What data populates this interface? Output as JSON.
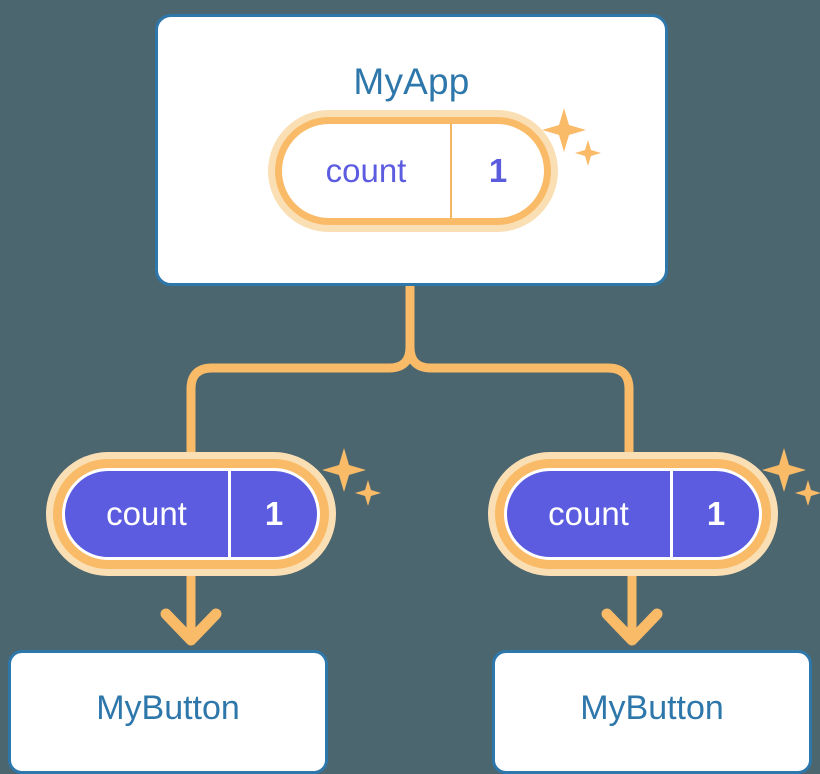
{
  "diagram": {
    "title": "MyApp",
    "background_color": "#4c6670",
    "type": "react-state-propagation-tree"
  },
  "colors": {
    "background": "#4c6670",
    "box_border": "#2e77ab",
    "box_fill": "#ffffff",
    "box_text": "#2e77ab",
    "pill_ring": "#f9bb68",
    "pill_halo": "#fbdfb4",
    "pill_child_fill": "#5c5ce0",
    "pill_text_purple": "#5c5ce0",
    "pill_text_white": "#ffffff",
    "connector": "#f9bb68",
    "sparkle": "#f9bb68"
  },
  "root": {
    "label": "MyApp",
    "state_pill": {
      "name": "count",
      "value": "1",
      "highlighted": true
    }
  },
  "children": [
    {
      "id": "left",
      "state_pill": {
        "name": "count",
        "value": "1",
        "highlighted": true
      },
      "component": {
        "label": "MyButton"
      }
    },
    {
      "id": "right",
      "state_pill": {
        "name": "count",
        "value": "1",
        "highlighted": true
      },
      "component": {
        "label": "MyButton"
      }
    }
  ],
  "icons": {
    "sparkle_large": "sparkle-icon",
    "sparkle_small": "sparkle-icon",
    "arrow_down": "arrow-down-icon",
    "branch": "branch-connector"
  }
}
